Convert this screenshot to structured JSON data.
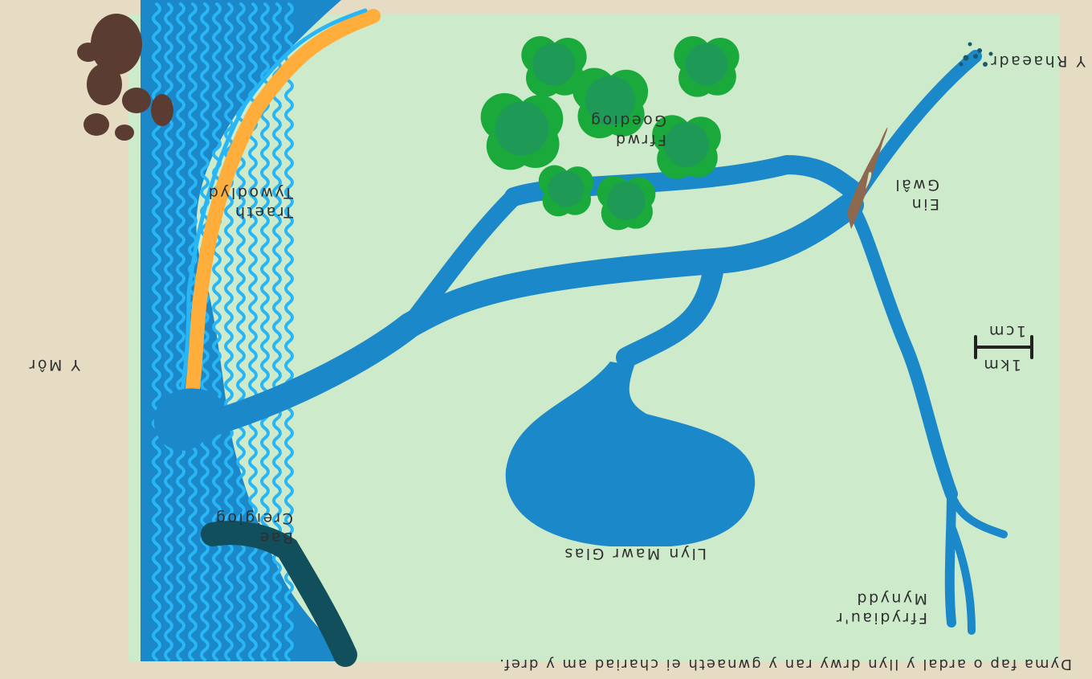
{
  "map": {
    "caption": "Dyma fap o ardal y llyn drwy ran y gwnaeth ei chariad am y dref.",
    "sea_label": "Y Môr",
    "scale": {
      "top": "1cm",
      "bottom": "1km"
    },
    "places": {
      "beach": "Traeth\nTywodlyd",
      "forest": "Ffrwd\nGoediog",
      "waterfall": "Y Rhaeadr",
      "ford": "Ein\nGwâl",
      "lake": "Llyn Mawr Glas",
      "rocky_bay": "Bae\nCreigiog",
      "hill_springs": "Ffrydiau'r\nMynydd"
    },
    "colors": {
      "paper": "#e6dcc4",
      "land": "#cdeacb",
      "water": "#1b88c9",
      "wave": "#29b6f6",
      "sand": "#ffae3b",
      "tree": "#1aaa3c",
      "tree_inner": "#1e9a56",
      "rock": "#5a3c32",
      "cliff": "#124f5c",
      "ford": "#8d6a4f"
    }
  }
}
